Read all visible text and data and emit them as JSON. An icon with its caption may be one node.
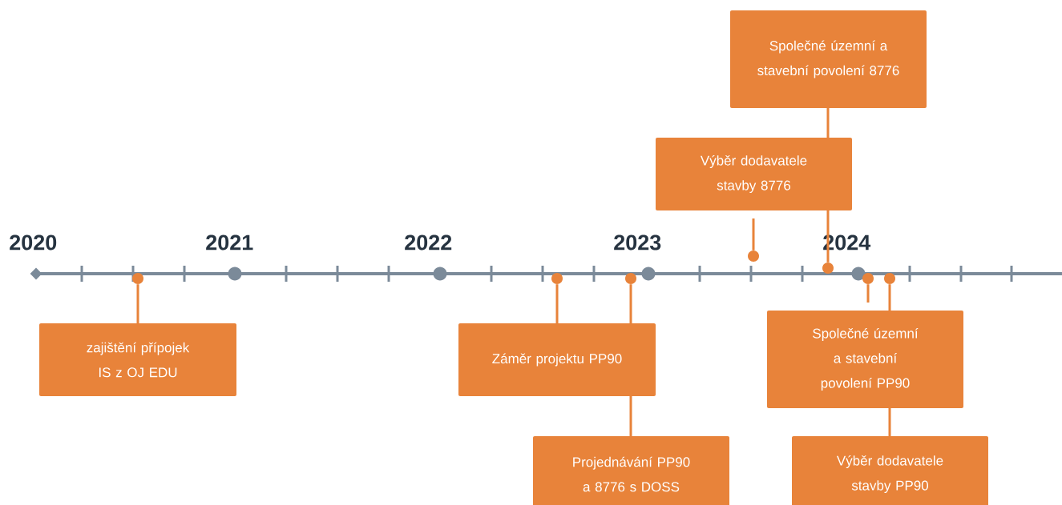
{
  "diagram": {
    "nodes": [
      {
        "text": [
          "zajištění přípojek IS z OJ EDU"
        ]
      },
      {
        "text": [
          "Záměr projektu PP90"
        ]
      },
      {
        "text": [
          "Projednávání PP90 a 8776 s DOSS"
        ]
      },
      {
        "text": [
          "Společné územní a stavební povolení 8776"
        ]
      },
      {
        "text": [
          "Výběr dodavatele stavby 8776"
        ]
      },
      {
        "text": [
          "Společné územní a stavební povolení PP90"
        ]
      },
      {
        "text": [
          "Výběr dodavatele stavby PP90"
        ]
      },
      {
        "text": [],
        "shape": "circle"
      },
      {
        "text": [],
        "shape": "circle"
      },
      {
        "text": [],
        "shape": "circle"
      },
      {
        "text": [],
        "shape": "circle"
      },
      {
        "text": [],
        "shape": "circle"
      },
      {
        "text": [],
        "shape": "circle"
      },
      {
        "text": [],
        "shape": "circle"
      }
    ],
    "edges": [
      {
        "from": 0,
        "to": 7,
        "arrow": "none"
      },
      {
        "from": 1,
        "to": 8,
        "arrow": "none"
      },
      {
        "from": 2,
        "to": 9,
        "arrow": "none"
      },
      {
        "from": 3,
        "to": 11,
        "arrow": "none"
      },
      {
        "from": 4,
        "to": 10,
        "arrow": "none"
      },
      {
        "from": 5,
        "to": 12,
        "arrow": "none"
      },
      {
        "from": 6,
        "to": 13,
        "arrow": "none"
      }
    ],
    "labels": [
      "2020",
      "2021",
      "2022",
      "2023",
      "2024"
    ]
  }
}
